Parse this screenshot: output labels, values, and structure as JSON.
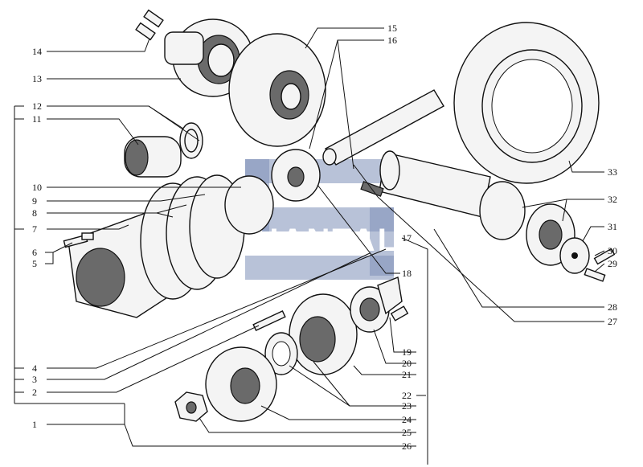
{
  "watermark": {
    "text": "SHANTAL"
  },
  "labels": {
    "l1": "1",
    "l2": "2",
    "l3": "3",
    "l4": "4",
    "l5": "5",
    "l6": "6",
    "l7": "7",
    "l8": "8",
    "l9": "9",
    "l10": "10",
    "l11": "11",
    "l12": "12",
    "l13": "13",
    "l14": "14",
    "l15": "15",
    "l16": "16",
    "l17": "17",
    "l18": "18",
    "l19": "19",
    "l20": "20",
    "l21": "21",
    "l22": "22",
    "l23": "23",
    "l24": "24",
    "l25": "25",
    "l26": "26",
    "l27": "27",
    "l28": "28",
    "l29": "29",
    "l30": "30",
    "l31": "31",
    "l32": "32",
    "l33": "33"
  }
}
